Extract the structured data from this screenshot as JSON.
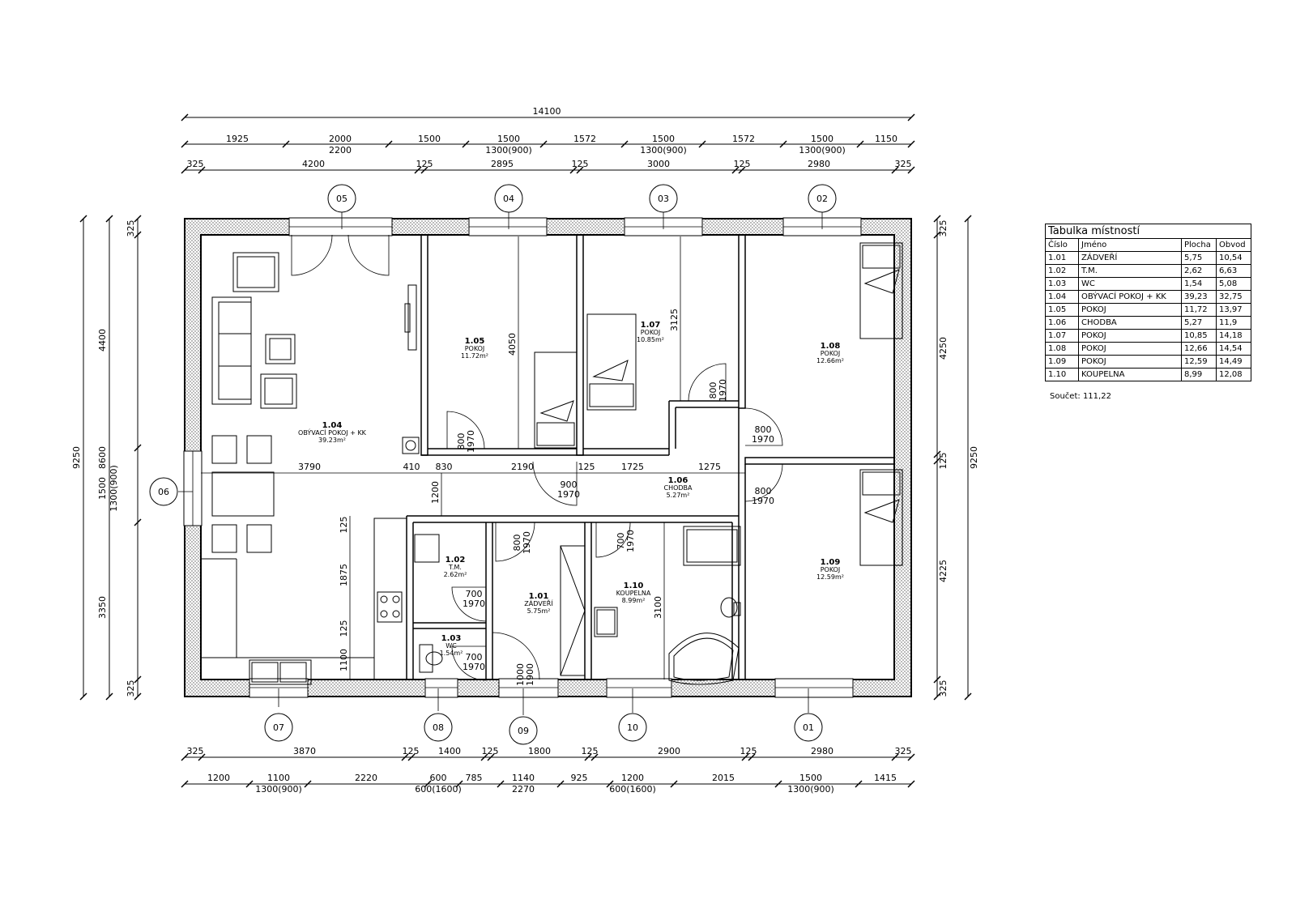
{
  "dims": {
    "top_total": "14100",
    "top_row1": [
      "1925",
      "2000",
      "1500",
      "1500",
      "1572",
      "1500",
      "1572",
      "1500",
      "1150"
    ],
    "top_row1_sub": [
      "2200",
      "1300(900)",
      "1300(900)",
      "1300(900)"
    ],
    "top_row2": [
      "325",
      "4200",
      "125",
      "2895",
      "125",
      "3000",
      "125",
      "2980",
      "325"
    ],
    "bottom_row1": [
      "325",
      "3870",
      "125",
      "1400",
      "125",
      "1800",
      "125",
      "2900",
      "125",
      "2980",
      "325"
    ],
    "bottom_row2": [
      "1200",
      "1100",
      "2220",
      "600",
      "785",
      "1140",
      "925",
      "1200",
      "2015",
      "1500",
      "1415"
    ],
    "bottom_row2_sub": [
      "1300(900)",
      "600(1600)",
      "2270",
      "600(1600)",
      "1300(900)"
    ],
    "left_total": "9250",
    "left_mid": "8600",
    "left_parts": [
      "325",
      "4400",
      "1500",
      "1300(900)",
      "3350",
      "325"
    ],
    "right_total": "9250",
    "right_parts": [
      "325",
      "4250",
      "125",
      "4225",
      "325"
    ],
    "interior": {
      "d3790": "3790",
      "d410": "410",
      "d830": "830",
      "d2190": "2190",
      "d125": "125",
      "d1725": "1725",
      "d1275": "1275",
      "d4050": "4050",
      "d3125": "3125",
      "d1200": "1200",
      "d125a": "125",
      "d1875": "1875",
      "d125b": "125",
      "d1100": "1100",
      "d3100": "3100"
    },
    "doors": {
      "d105a": "800",
      "d105b": "1970",
      "d107a": "800",
      "d107b": "1970",
      "d108a": "800",
      "d108b": "1970",
      "d109a": "800",
      "d109b": "1970",
      "d106a": "900",
      "d106b": "1970",
      "d101a": "800",
      "d101b": "1970",
      "d110a": "700",
      "d110b": "1970",
      "d102a": "700",
      "d102b": "1970",
      "d103a": "700",
      "d103b": "1970",
      "d109ea": "1000",
      "d109eb": "1900"
    }
  },
  "axes": [
    "05",
    "04",
    "03",
    "02",
    "06",
    "07",
    "08",
    "09",
    "10",
    "01"
  ],
  "rooms": {
    "r104": {
      "no": "1.04",
      "name": "OBÝVACÍ POKOJ + KK",
      "area": "39.23m²"
    },
    "r105": {
      "no": "1.05",
      "name": "POKOJ",
      "area": "11.72m²"
    },
    "r107": {
      "no": "1.07",
      "name": "POKOJ",
      "area": "10.85m²"
    },
    "r108": {
      "no": "1.08",
      "name": "POKOJ",
      "area": "12.66m²"
    },
    "r106": {
      "no": "1.06",
      "name": "CHODBA",
      "area": "5.27m²"
    },
    "r109": {
      "no": "1.09",
      "name": "POKOJ",
      "area": "12.59m²"
    },
    "r102": {
      "no": "1.02",
      "name": "T.M.",
      "area": "2.62m²"
    },
    "r101": {
      "no": "1.01",
      "name": "ZÁDVEŘÍ",
      "area": "5.75m²"
    },
    "r110": {
      "no": "1.10",
      "name": "KOUPELNA",
      "area": "8.99m²"
    },
    "r103": {
      "no": "1.03",
      "name": "WC",
      "area": "1.54m²"
    }
  },
  "table": {
    "title": "Tabulka místností",
    "headers": [
      "Číslo",
      "Jméno",
      "Plocha",
      "Obvod"
    ],
    "rows": [
      [
        "1.01",
        "ZÁDVEŘÍ",
        "5,75",
        "10,54"
      ],
      [
        "1.02",
        "T.M.",
        "2,62",
        "6,63"
      ],
      [
        "1.03",
        "WC",
        "1,54",
        "5,08"
      ],
      [
        "1.04",
        "OBÝVACÍ POKOJ + KK",
        "39,23",
        "32,75"
      ],
      [
        "1.05",
        "POKOJ",
        "11,72",
        "13,97"
      ],
      [
        "1.06",
        "CHODBA",
        "5,27",
        "11,9"
      ],
      [
        "1.07",
        "POKOJ",
        "10,85",
        "14,18"
      ],
      [
        "1.08",
        "POKOJ",
        "12,66",
        "14,54"
      ],
      [
        "1.09",
        "POKOJ",
        "12,59",
        "14,49"
      ],
      [
        "1.10",
        "KOUPELNA",
        "8,99",
        "12,08"
      ]
    ],
    "sum_label": "Součet:",
    "sum_value": "111,22"
  }
}
